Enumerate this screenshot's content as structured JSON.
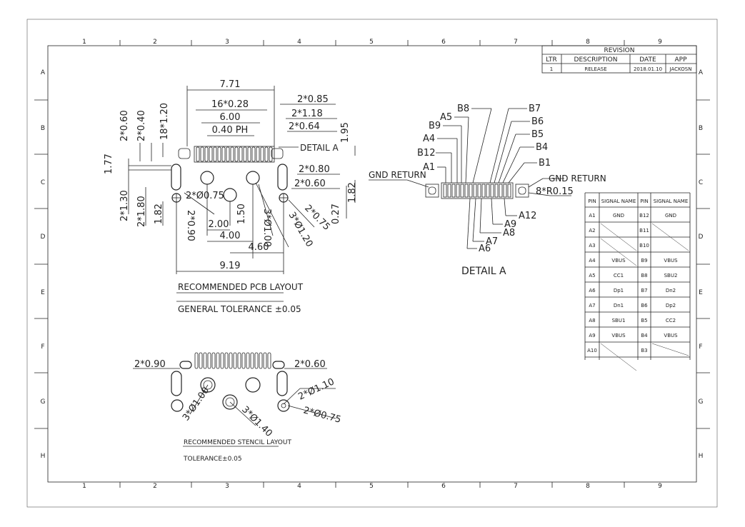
{
  "grid": {
    "cols": [
      "1",
      "2",
      "3",
      "4",
      "5",
      "6",
      "7",
      "8",
      "9"
    ],
    "rows": [
      "A",
      "B",
      "C",
      "D",
      "E",
      "F",
      "G",
      "H"
    ]
  },
  "revision": {
    "title": "REVISION",
    "headers": [
      "LTR",
      "DESCRIPTION",
      "DATE",
      "APP"
    ],
    "row": [
      "1",
      "RELEASE",
      "2018.01.10",
      "JACKOSN"
    ]
  },
  "pcb": {
    "dims": [
      "7.71",
      "2*0.85",
      "16*0.28",
      "2*1.18",
      "6.00",
      "2*0.64",
      "0.40 PH",
      "DETAIL A",
      "1.95",
      "18*1.20",
      "2*0.60",
      "2*0.40",
      "1.77",
      "2*0.80",
      "2*0.60",
      "1.82",
      "0.27",
      "2*0.75",
      "2*1.30",
      "2*1.80",
      "1.82",
      "2*Ø0.75",
      "2*0.90",
      "2.00",
      "1.50",
      "3*Ø1.00",
      "3*Ø1.20",
      "4.00",
      "4.60",
      "9.19"
    ],
    "caption": "RECOMMENDED PCB LAYOUT",
    "tolerance": "GENERAL TOLERANCE ±0.05"
  },
  "detail": {
    "top_pins": [
      "B8",
      "B7",
      "A5",
      "B6",
      "B9",
      "B5",
      "A4",
      "B4",
      "B12",
      "B1",
      "A1"
    ],
    "bottom_pins": [
      "A12",
      "A9",
      "A8",
      "A7",
      "A6"
    ],
    "gnd_left": "GND RETURN",
    "gnd_right": "GND RETURN",
    "radius": "8*R0.15",
    "caption": "DETAIL A"
  },
  "pin_table": {
    "headers": [
      "PIN",
      "SIGNAL NAME",
      "PIN",
      "SIGNAL NAME"
    ],
    "rows": [
      [
        "A1",
        "GND",
        "B12",
        "GND"
      ],
      [
        "A2",
        "",
        "B11",
        ""
      ],
      [
        "A3",
        "",
        "B10",
        ""
      ],
      [
        "A4",
        "VBUS",
        "B9",
        "VBUS"
      ],
      [
        "A5",
        "CC1",
        "B8",
        "SBU2"
      ],
      [
        "A6",
        "Dp1",
        "B7",
        "Dn2"
      ],
      [
        "A7",
        "Dn1",
        "B6",
        "Dp2"
      ],
      [
        "A8",
        "SBU1",
        "B5",
        "CC2"
      ],
      [
        "A9",
        "VBUS",
        "B4",
        "VBUS"
      ],
      [
        "A10",
        "",
        "B3",
        ""
      ]
    ]
  },
  "stencil": {
    "dims": [
      "2*0.90",
      "2*0.60",
      "2*Ø1.10",
      "2*Ø0.75",
      "3*Ø1.00",
      "3*Ø1.40"
    ],
    "caption": "RECOMMENDED  STENCIL  LAYOUT",
    "tolerance": "TOLERANCE±0.05"
  }
}
